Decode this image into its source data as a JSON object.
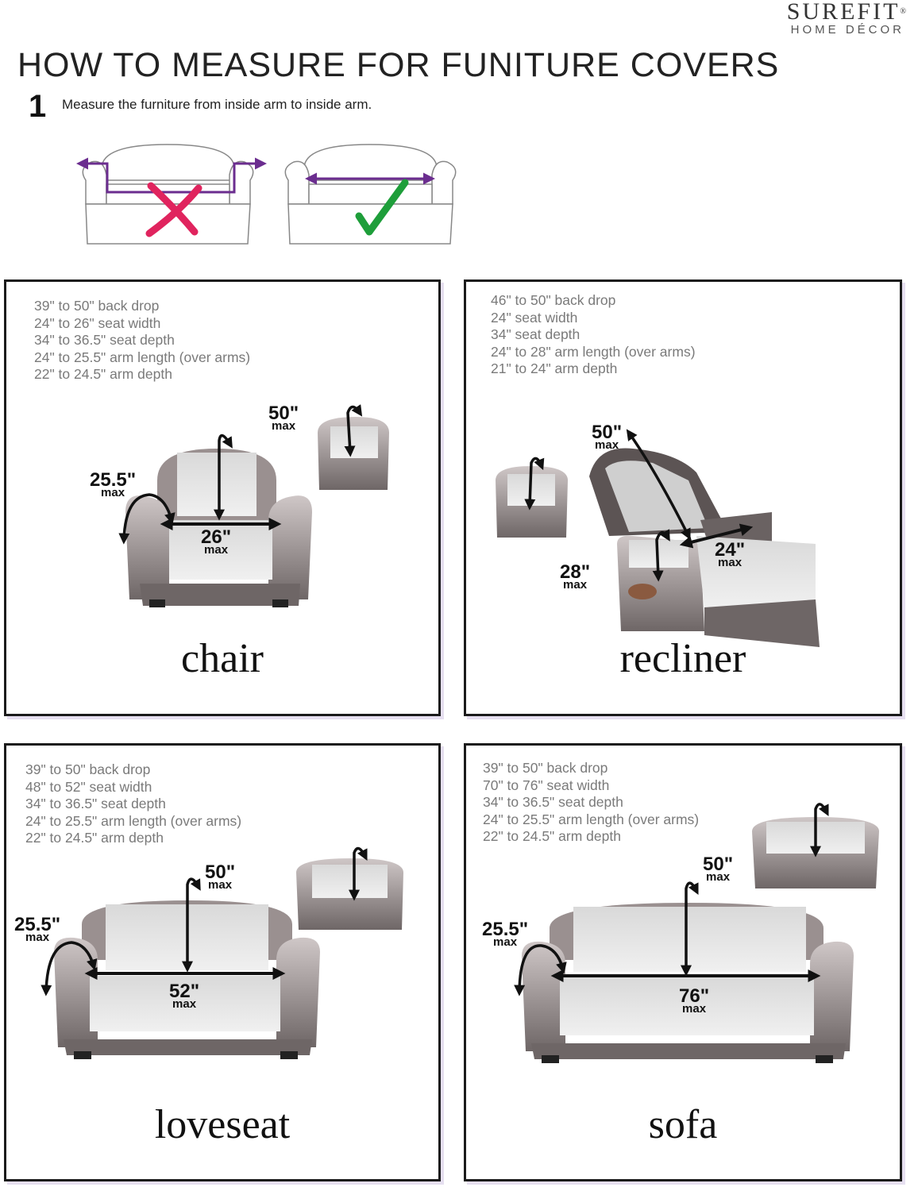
{
  "brand": {
    "name": "SUREFIT",
    "registered_mark": "®",
    "subtitle": "HOME DÉCOR"
  },
  "title": "HOW TO MEASURE FOR FUNITURE COVERS",
  "step": {
    "number": "1",
    "text": "Measure the furniture from inside arm to inside arm."
  },
  "demo": {
    "wrong_icon": "red-x-icon",
    "right_icon": "green-check-icon",
    "colors": {
      "arrow": "#6b2d8f",
      "wrong": "#e0245e",
      "right": "#1e9e3a"
    }
  },
  "panels": {
    "chair": {
      "label": "chair",
      "specs": [
        "39\" to 50\" back drop",
        "24\" to 26\"  seat width",
        "34\" to 36.5\"  seat depth",
        "24\" to 25.5\"  arm length (over arms)",
        "22\" to 24.5\"  arm depth"
      ],
      "back": {
        "value": "50\"",
        "unit": "max"
      },
      "arm": {
        "value": "25.5\"",
        "unit": "max"
      },
      "seat": {
        "value": "26\"",
        "unit": "max"
      }
    },
    "recliner": {
      "label": "recliner",
      "specs": [
        "46\" to 50\" back drop",
        "24\" seat width",
        "34\"  seat depth",
        "24\" to 28\"  arm length (over arms)",
        "21\" to 24\"  arm depth"
      ],
      "back": {
        "value": "50\"",
        "unit": "max"
      },
      "arm": {
        "value": "28\"",
        "unit": "max"
      },
      "seat": {
        "value": "24\"",
        "unit": "max"
      }
    },
    "loveseat": {
      "label": "loveseat",
      "specs": [
        "39\" to 50\" back drop",
        "48\" to 52\"  seat width",
        "34\" to 36.5\"  seat depth",
        "24\" to 25.5\"  arm length (over arms)",
        "22\" to 24.5\"  arm depth"
      ],
      "back": {
        "value": "50\"",
        "unit": "max"
      },
      "arm": {
        "value": "25.5\"",
        "unit": "max"
      },
      "seat": {
        "value": "52\"",
        "unit": "max"
      }
    },
    "sofa": {
      "label": "sofa",
      "specs": [
        "39\" to 50\" back drop",
        "70\" to 76\"  seat width",
        "34\" to 36.5\"  seat depth",
        "24\" to 25.5\"  arm length (over arms)",
        "22\" to 24.5\"  arm depth"
      ],
      "back": {
        "value": "50\"",
        "unit": "max"
      },
      "arm": {
        "value": "25.5\"",
        "unit": "max"
      },
      "seat": {
        "value": "76\"",
        "unit": "max"
      }
    }
  }
}
